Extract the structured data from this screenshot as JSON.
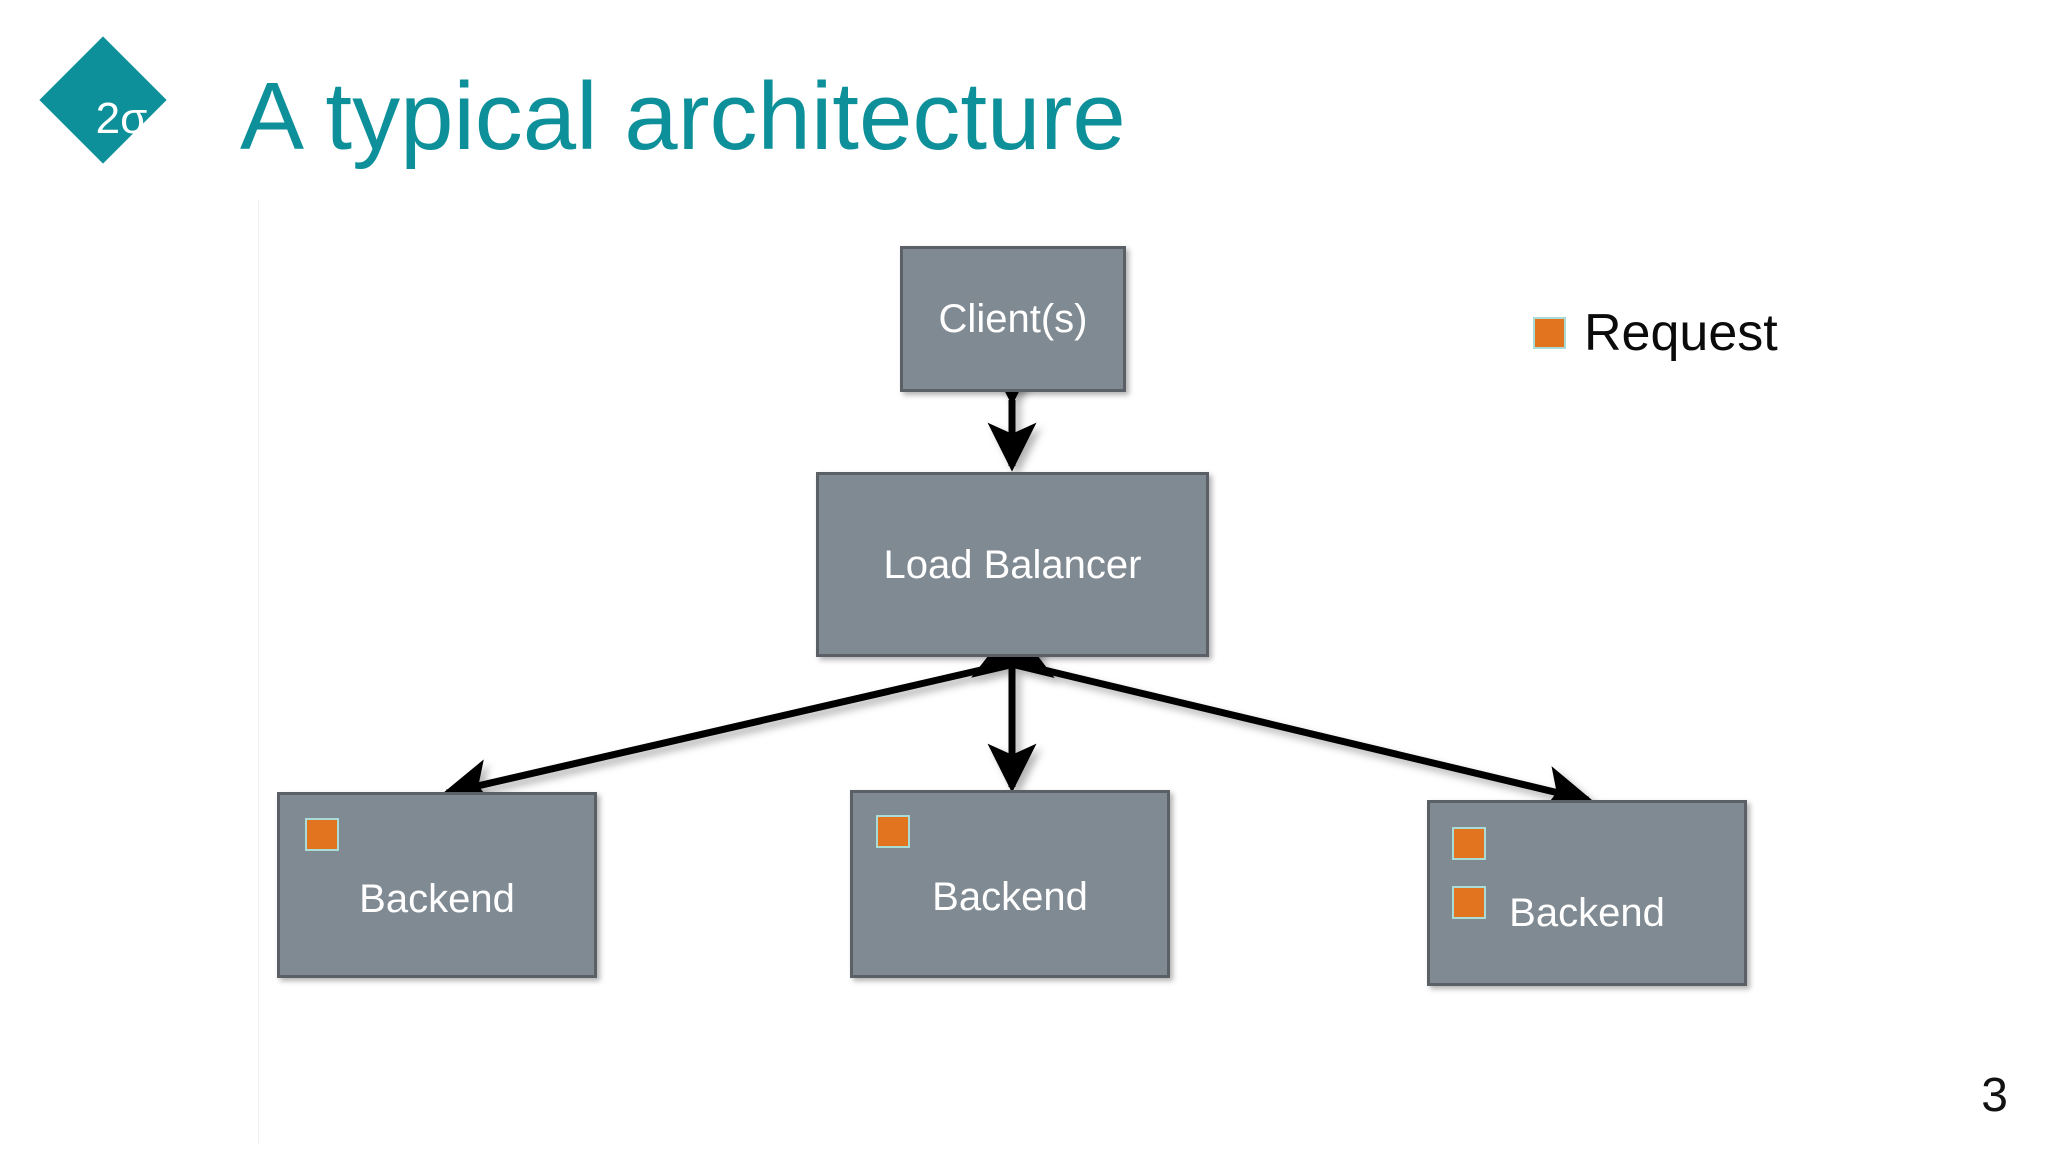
{
  "slide": {
    "title": "A typical architecture",
    "page_number": "3",
    "logo_text": "2σ",
    "title_color": "#0D9099",
    "logo_color": "#0D9099",
    "background_color": "#FFFFFF"
  },
  "legend": {
    "swatch_color": "#E2741F",
    "swatch_border_color": "#A9DCD6",
    "label": "Request"
  },
  "diagram": {
    "node_fill": "#808A93",
    "node_border": "#5B6066",
    "node_text_color": "#FFFFFF",
    "nodes": [
      {
        "id": "client",
        "label": "Client(s)",
        "requests": 0
      },
      {
        "id": "lb",
        "label": "Load Balancer",
        "requests": 0
      },
      {
        "id": "backend-1",
        "label": "Backend",
        "requests": 1
      },
      {
        "id": "backend-2",
        "label": "Backend",
        "requests": 1
      },
      {
        "id": "backend-3",
        "label": "Backend",
        "requests": 2
      }
    ],
    "connections": [
      {
        "from": "client",
        "to": "lb",
        "style": "double-arrow"
      },
      {
        "from": "lb",
        "to": "backend-1",
        "style": "double-arrow"
      },
      {
        "from": "lb",
        "to": "backend-2",
        "style": "double-arrow"
      },
      {
        "from": "lb",
        "to": "backend-3",
        "style": "double-arrow"
      }
    ]
  }
}
